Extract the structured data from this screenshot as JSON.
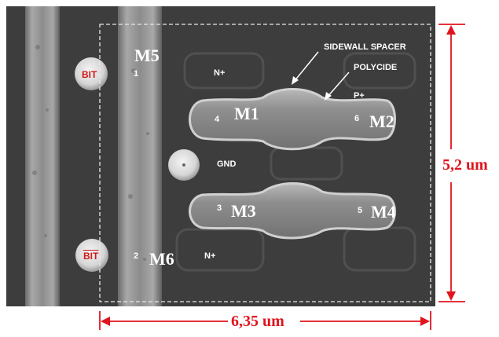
{
  "labels": {
    "m1": "M1",
    "m2": "M2",
    "m3": "M3",
    "m4": "M4",
    "m5": "M5",
    "m6": "M6",
    "pin1": "1",
    "pin2": "2",
    "pin3": "3",
    "pin4": "4",
    "pin5": "5",
    "pin6": "6",
    "n_plus_top": "N+",
    "n_plus_bottom": "N+",
    "p_plus": "P+",
    "gnd": "GND",
    "sidewall_spacer": "SIDEWALL SPACER",
    "polycide": "POLYCIDE",
    "bit": "BIT",
    "bit_bar": "BIT"
  },
  "dimensions": {
    "width": "6,35 um",
    "height": "5,2 um"
  },
  "colors": {
    "background": "#3a3a3a",
    "structure": "#8a8a8a",
    "dimension": "#e0141e",
    "bit_label": "#d01818"
  }
}
